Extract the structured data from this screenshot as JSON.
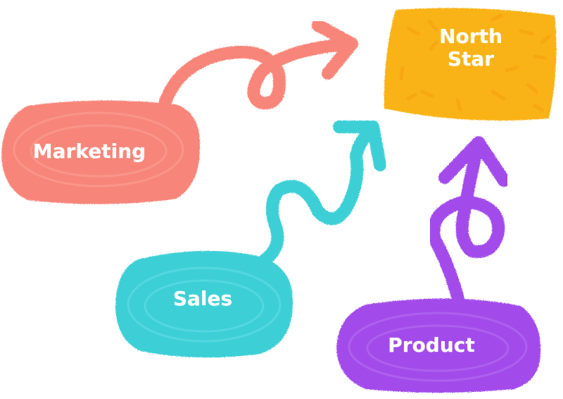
{
  "nodes": {
    "marketing": {
      "label": "Marketing",
      "color": "#F8857A"
    },
    "sales": {
      "label": "Sales",
      "color": "#3CCFD6"
    },
    "product": {
      "label": "Product",
      "color": "#A24BEA"
    },
    "north_star": {
      "label_line1": "North",
      "label_line2": "Star",
      "color": "#F9B319"
    }
  },
  "connections": [
    {
      "from": "Marketing",
      "to": "North Star",
      "color": "#F8857A"
    },
    {
      "from": "Sales",
      "to": "North Star",
      "color": "#3CCFD6"
    },
    {
      "from": "Product",
      "to": "North Star",
      "color": "#A24BEA"
    }
  ]
}
